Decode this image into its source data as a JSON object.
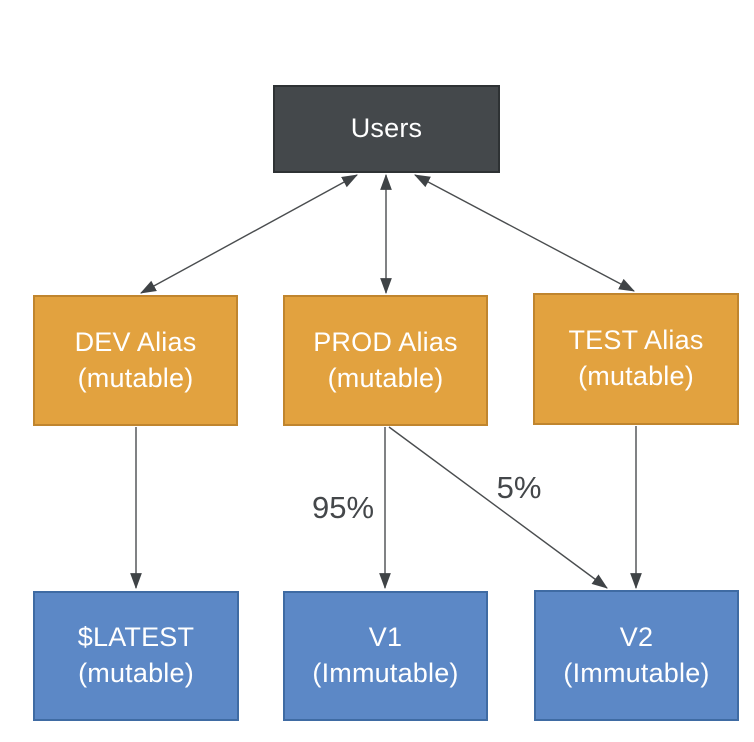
{
  "diagram": {
    "nodes": {
      "users": {
        "label": "Users"
      },
      "dev_alias": {
        "line1": "DEV Alias",
        "line2": "(mutable)"
      },
      "prod_alias": {
        "line1": "PROD Alias",
        "line2": "(mutable)"
      },
      "test_alias": {
        "line1": "TEST Alias",
        "line2": "(mutable)"
      },
      "latest_version": {
        "line1": "$LATEST",
        "line2": "(mutable)"
      },
      "v1_version": {
        "line1": "V1",
        "line2": "(Immutable)"
      },
      "v2_version": {
        "line1": "V2",
        "line2": "(Immutable)"
      }
    },
    "edge_labels": {
      "prod_to_v1": "95%",
      "prod_to_v2": "5%"
    },
    "colors": {
      "background": "#ffffff",
      "users_fill": "#44484b",
      "users_border": "#2e3234",
      "alias_fill": "#e2a23f",
      "alias_border": "#c0852e",
      "version_fill": "#5c88c6",
      "version_border": "#3f6ba3",
      "edge": "#4a4d4f",
      "edge_arrow": "#3f4346",
      "edge_label_text": "#44474a",
      "node_text": "#ffffff"
    }
  }
}
